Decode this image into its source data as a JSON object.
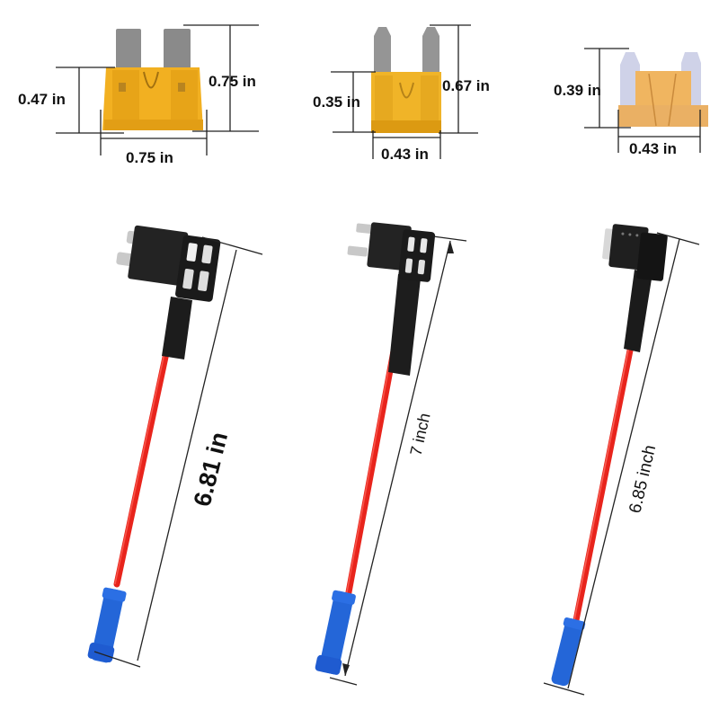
{
  "fuses": [
    {
      "type": "standard",
      "height_label": "0.47 in",
      "total_height_label": "0.75 in",
      "width_label": "0.75 in",
      "body_color": "#f2b021"
    },
    {
      "type": "mini",
      "height_label": "0.35 in",
      "total_height_label": "0.67 in",
      "width_label": "0.43 in",
      "body_color": "#f0b428"
    },
    {
      "type": "low-profile-mini",
      "height_label": "0.39 in",
      "width_label": "0.43 in",
      "body_color": "#f0b560"
    }
  ],
  "fuse_taps": [
    {
      "type": "standard",
      "length_label": "6.81 in"
    },
    {
      "type": "mini",
      "length_label": "7 inch"
    },
    {
      "type": "low-profile-mini",
      "length_label": "6.85 inch"
    }
  ],
  "colors": {
    "wire": "#e8241c",
    "terminal": "#2466d8",
    "holder": "#1c1c1c",
    "blade": "#9a9a9a"
  }
}
